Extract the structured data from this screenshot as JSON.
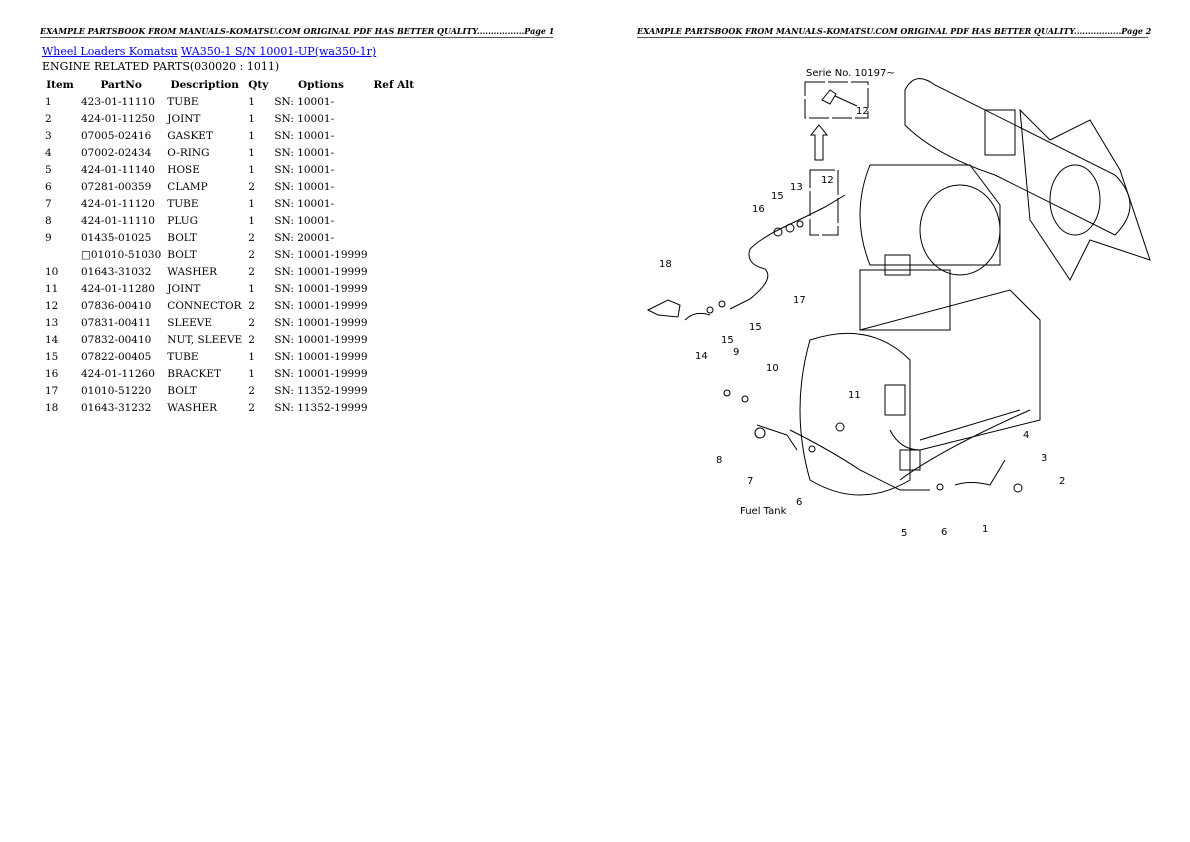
{
  "page1": {
    "header": "EXAMPLE PARTSBOOK FROM MANUALS-KOMATSU.COM ORIGINAL PDF HAS BETTER QUALITY.................Page 1",
    "breadcrumb": [
      "Wheel Loaders Komatsu",
      "WA350-1 S/N 10001-UP(wa350-1r)"
    ],
    "section_title": "ENGINE RELATED PARTS(030020 : 1011)",
    "columns": [
      "Item",
      "PartNo",
      "Description",
      "Qty",
      "Options",
      "Ref Alt"
    ],
    "rows": [
      [
        "1",
        "423-01-11110",
        "TUBE",
        "1",
        "SN: 10001-",
        ""
      ],
      [
        "2",
        "424-01-11250",
        "JOINT",
        "1",
        "SN: 10001-",
        ""
      ],
      [
        "3",
        "07005-02416",
        "GASKET",
        "1",
        "SN: 10001-",
        ""
      ],
      [
        "4",
        "07002-02434",
        "O-RING",
        "1",
        "SN: 10001-",
        ""
      ],
      [
        "5",
        "424-01-11140",
        "HOSE",
        "1",
        "SN: 10001-",
        ""
      ],
      [
        "6",
        "07281-00359",
        "CLAMP",
        "2",
        "SN: 10001-",
        ""
      ],
      [
        "7",
        "424-01-11120",
        "TUBE",
        "1",
        "SN: 10001-",
        ""
      ],
      [
        "8",
        "424-01-11110",
        "PLUG",
        "1",
        "SN: 10001-",
        ""
      ],
      [
        "9",
        "01435-01025",
        "BOLT",
        "2",
        "SN: 20001-",
        ""
      ],
      [
        "",
        "□01010-51030",
        "BOLT",
        "2",
        "SN: 10001-19999",
        ""
      ],
      [
        "10",
        "01643-31032",
        "WASHER",
        "2",
        "SN: 10001-19999",
        ""
      ],
      [
        "11",
        "424-01-11280",
        "JOINT",
        "1",
        "SN: 10001-19999",
        ""
      ],
      [
        "12",
        "07836-00410",
        "CONNECTOR",
        "2",
        "SN: 10001-19999",
        ""
      ],
      [
        "13",
        "07831-00411",
        "SLEEVE",
        "2",
        "SN: 10001-19999",
        ""
      ],
      [
        "14",
        "07832-00410",
        "NUT, SLEEVE",
        "2",
        "SN: 10001-19999",
        ""
      ],
      [
        "15",
        "07822-00405",
        "TUBE",
        "1",
        "SN: 10001-19999",
        ""
      ],
      [
        "16",
        "424-01-11260",
        "BRACKET",
        "1",
        "SN: 10001-19999",
        ""
      ],
      [
        "17",
        "01010-51220",
        "BOLT",
        "2",
        "SN: 11352-19999",
        ""
      ],
      [
        "18",
        "01643-31232",
        "WASHER",
        "2",
        "SN: 11352-19999",
        ""
      ]
    ]
  },
  "page2": {
    "header": "EXAMPLE PARTSBOOK FROM MANUALS-KOMATSU.COM ORIGINAL PDF HAS BETTER QUALITY.................Page 2",
    "diagram": {
      "inset_serial": "Serie No. 10197~",
      "fuel_tank": "Fuel Tank",
      "callouts": [
        "12",
        "12",
        "13",
        "15",
        "16",
        "18",
        "17",
        "15",
        "15",
        "14",
        "9",
        "10",
        "11",
        "8",
        "7",
        "6",
        "4",
        "3",
        "2",
        "1",
        "6",
        "5"
      ]
    }
  }
}
